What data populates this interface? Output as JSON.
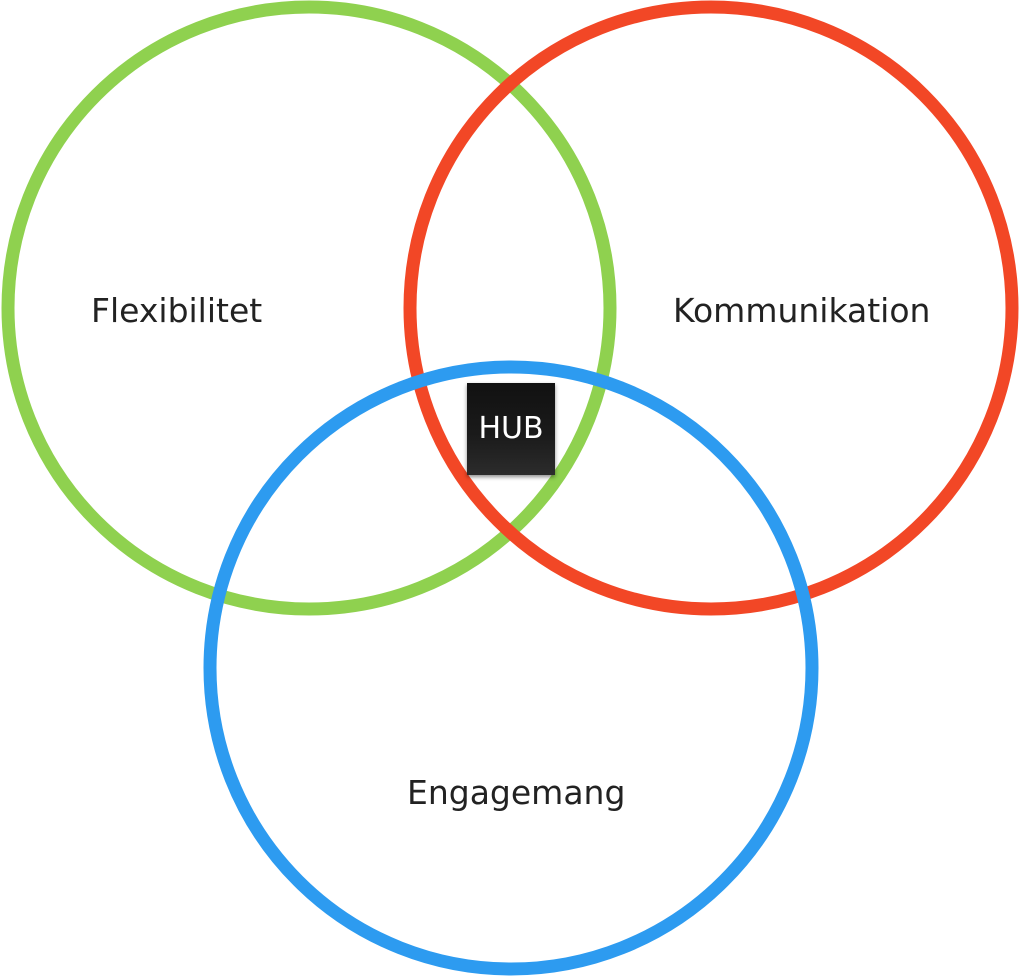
{
  "diagram": {
    "type": "venn",
    "circles": [
      {
        "label": "Flexibilitet",
        "color": "#8fd14f"
      },
      {
        "label": "Kommunikation",
        "color": "#f24726"
      },
      {
        "label": "Engagemang",
        "color": "#2d9bf0"
      }
    ],
    "center": {
      "label": "HUB",
      "color": "#1a1a1a"
    }
  }
}
